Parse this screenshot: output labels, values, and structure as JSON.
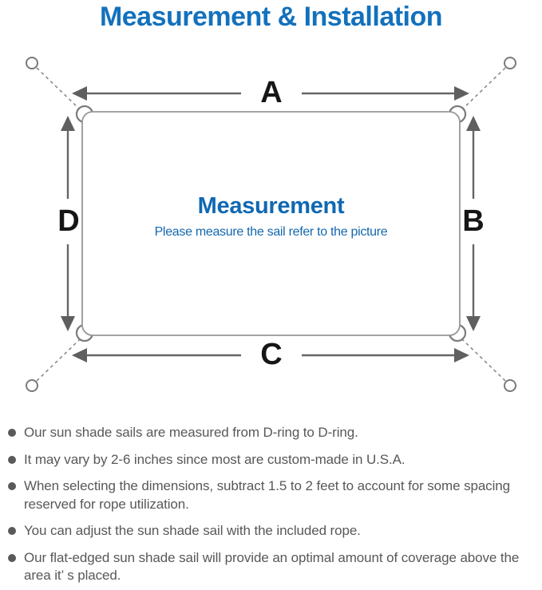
{
  "title": {
    "text": "Measurement & Installation",
    "color": "#1371bd"
  },
  "diagram": {
    "labels": {
      "top": "A",
      "right": "B",
      "bottom": "C",
      "left": "D"
    },
    "center": {
      "heading": "Measurement",
      "subheading": "Please measure the sail refer to the picture",
      "heading_color": "#1068b2",
      "subheading_color": "#1468ae"
    },
    "colors": {
      "arrow": "#666666",
      "sail_outline": "#979797",
      "ring_outline": "#7a7a7a",
      "dashed_rope": "#8a8a8a",
      "label_text": "#161616"
    }
  },
  "notes": {
    "bullet_color": "#5a5a5a",
    "text_color": "#585858",
    "items": [
      "Our sun shade sails are measured from D-ring to D-ring.",
      "It may vary by 2-6 inches since most are custom-made in U.S.A.",
      "When selecting the dimensions, subtract 1.5 to 2 feet to account for some spacing reserved for rope utilization.",
      "You can adjust the sun shade sail with the included rope.",
      "Our flat-edged sun shade sail will provide an optimal amount of coverage above the area it’ s placed."
    ]
  }
}
